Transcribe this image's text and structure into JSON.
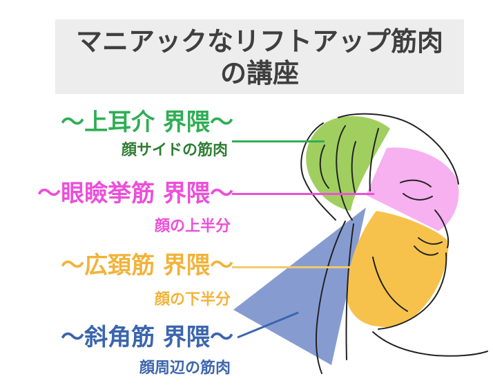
{
  "title": {
    "line1": "マニアックなリフトアップ筋肉",
    "line2": "の講座"
  },
  "labels": [
    {
      "heading": "〜上耳介 界隈〜",
      "sub": "顔サイドの筋肉"
    },
    {
      "heading": "〜眼瞼挙筋 界隈〜",
      "sub": "顔の上半分"
    },
    {
      "heading": "〜広頚筋 界隈〜",
      "sub": "顔の下半分"
    },
    {
      "heading": "〜斜角筋 界隈〜",
      "sub": "顔周辺の筋肉"
    }
  ],
  "colors": {
    "green": "#2fae55",
    "green_region": "#9bcc57",
    "pink": "#ec4fd9",
    "pink_region": "#f7b0f0",
    "yellow": "#f2b33a",
    "yellow_region": "#f6c24c",
    "blue": "#3b65ad",
    "blue_region": "#7f97cf",
    "title_bg": "#ededed",
    "title_text": "#3f3f3f"
  }
}
